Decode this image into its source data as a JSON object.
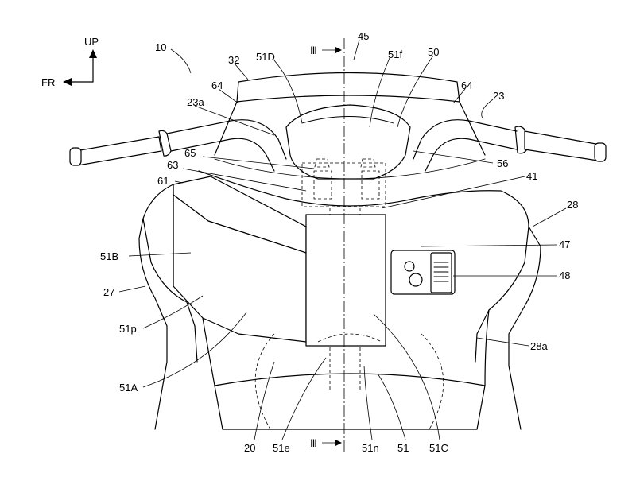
{
  "labels": {
    "l10": "10",
    "l32": "32",
    "l51D": "51D",
    "l_III_top": "Ⅲ",
    "l45": "45",
    "l51f": "51f",
    "l50": "50",
    "l64a": "64",
    "l64b": "64",
    "l23": "23",
    "l23a": "23a",
    "l65": "65",
    "l63": "63",
    "l61": "61",
    "l56": "56",
    "l41": "41",
    "l28": "28",
    "l47": "47",
    "l48": "48",
    "l51B": "51B",
    "l27": "27",
    "l51p": "51p",
    "l28a": "28a",
    "l51A": "51A",
    "l20": "20",
    "l51e": "51e",
    "l_III_bottom": "Ⅲ",
    "l51n": "51n",
    "l51": "51",
    "l51C": "51C"
  },
  "axes": {
    "up": "UP",
    "fr": "FR"
  }
}
